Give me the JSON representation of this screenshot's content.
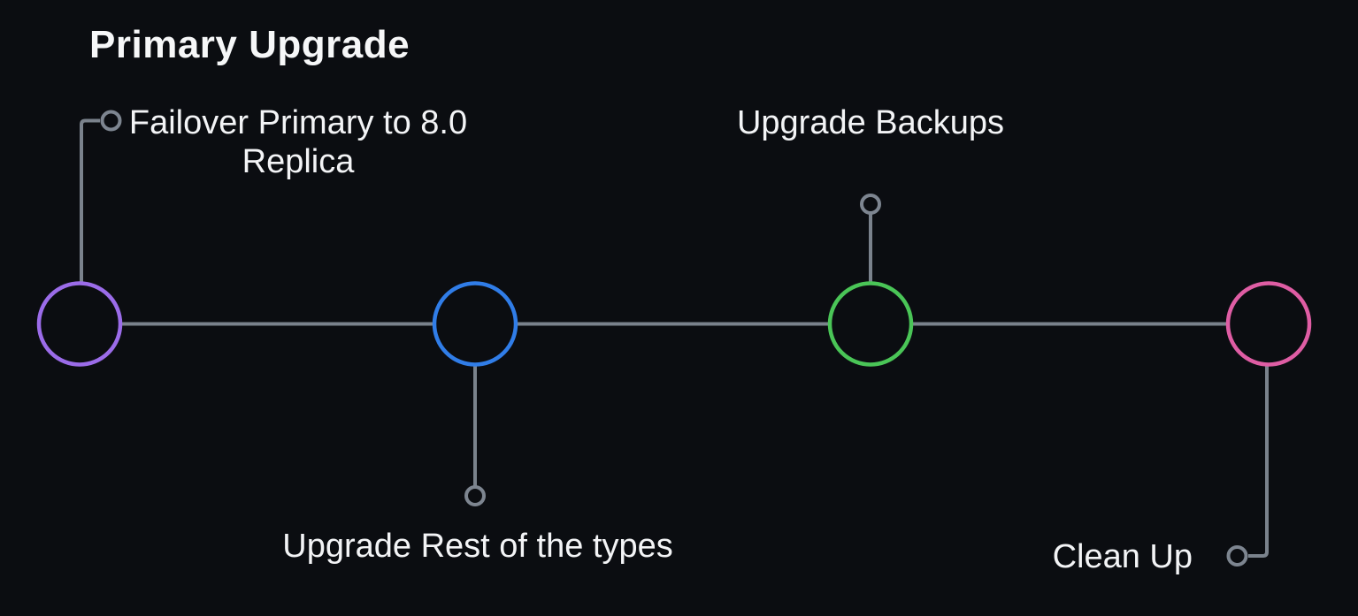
{
  "title": "Primary Upgrade",
  "colors": {
    "background": "#0b0d11",
    "connector": "#7a828c",
    "marker_ring": "#7d8590",
    "text": "#f3f4f6",
    "node_purple": "#9b6ce9",
    "node_blue": "#307de8",
    "node_green": "#4ac557",
    "node_pink": "#df5da4"
  },
  "nodes": [
    {
      "id": "failover-primary",
      "color": "#9b6ce9",
      "label_side": "top",
      "label_lines": [
        "Failover Primary to 8.0",
        "Replica"
      ]
    },
    {
      "id": "upgrade-rest",
      "color": "#307de8",
      "label_side": "bottom",
      "label_lines": [
        "Upgrade Rest of the types"
      ]
    },
    {
      "id": "upgrade-backups",
      "color": "#4ac557",
      "label_side": "top",
      "label_lines": [
        "Upgrade Backups"
      ]
    },
    {
      "id": "clean-up",
      "color": "#df5da4",
      "label_side": "bottom",
      "label_lines": [
        "Clean Up"
      ]
    }
  ]
}
